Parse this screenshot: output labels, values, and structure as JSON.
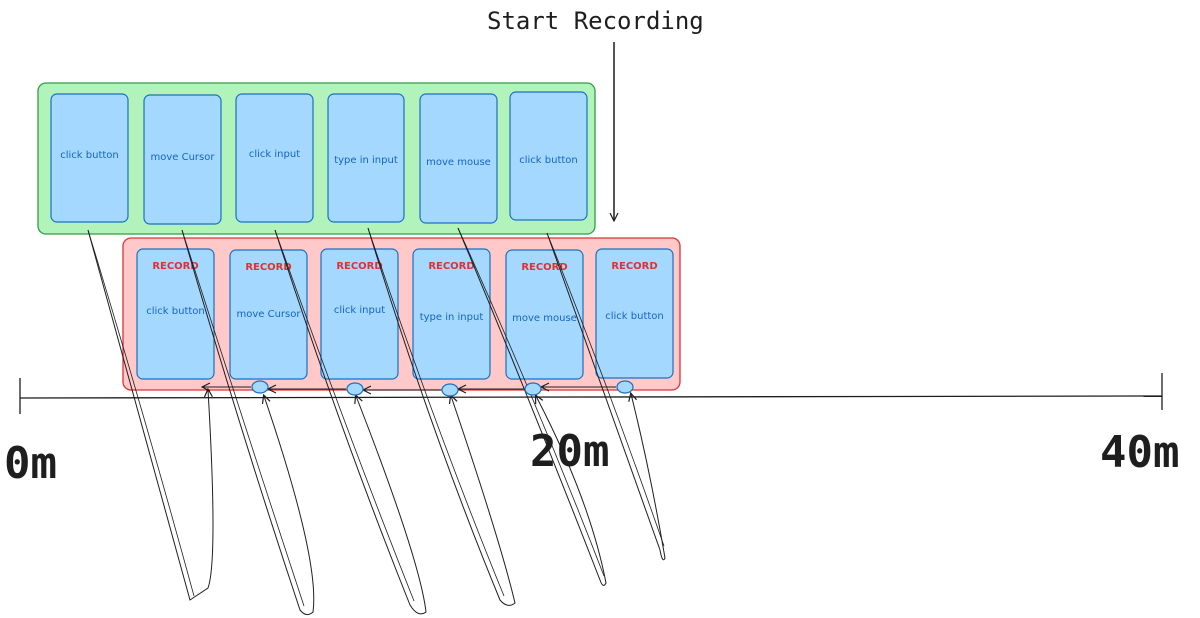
{
  "title": "Start Recording",
  "top_row": {
    "cards": [
      "click button",
      "move Cursor",
      "click input",
      "type in input",
      "move mouse",
      "click button"
    ]
  },
  "bottom_row": {
    "record_label": "RECORD",
    "cards": [
      "click button",
      "move Cursor",
      "click input",
      "type in input",
      "move mouse",
      "click button"
    ]
  },
  "timeline": {
    "labels": [
      "0m",
      "20m",
      "40m"
    ]
  },
  "colors": {
    "green_container_fill": "#b2f2bb",
    "green_container_stroke": "#2f9e44",
    "red_container_fill": "#ffc9c9",
    "red_container_stroke": "#e03131",
    "card_fill": "#a5d8ff",
    "card_stroke": "#1971c2",
    "record_text": "#e03131",
    "card_text": "#1565c0",
    "line": "#1e1e1e"
  },
  "icons": [
    "arrow-down-icon",
    "event-dot-icon",
    "arrow-left-icon"
  ]
}
